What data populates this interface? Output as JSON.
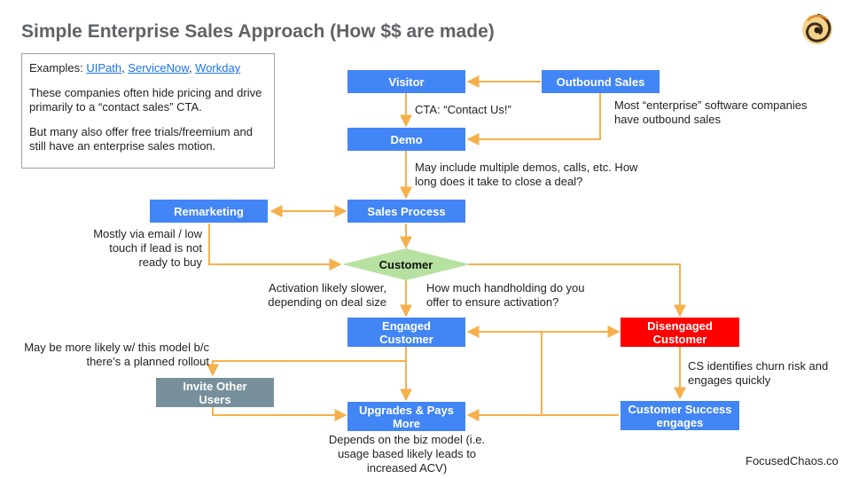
{
  "title": "Simple Enterprise Sales Approach (How $$ are made)",
  "info": {
    "examples_prefix": "Examples: ",
    "links": [
      "UIPath",
      "ServiceNow",
      "Workday"
    ],
    "sep": ", ",
    "para1": "These companies often hide pricing and drive primarily to a “contact sales” CTA.",
    "para2": "But many also offer free trials/freemium and still have an enterprise sales motion."
  },
  "nodes": {
    "visitor": "Visitor",
    "outbound": "Outbound Sales",
    "demo": "Demo",
    "remarketing": "Remarketing",
    "sales_process": "Sales Process",
    "customer": "Customer",
    "engaged": "Engaged Customer",
    "disengaged": "Disengaged Customer",
    "invite": "Invite Other Users",
    "upgrades": "Upgrades & Pays More",
    "cs": "Customer Success engages"
  },
  "notes": {
    "cta": "CTA: “Contact Us!”",
    "outbound_note": "Most “enterprise” software companies have outbound sales",
    "demo_note": "May include multiple demos, calls, etc. How long does it take to close a deal?",
    "remarketing_note": "Mostly via email / low touch if lead is not ready to buy",
    "activation_slower": "Activation likely slower, depending on deal size",
    "handholding": "How much handholding do you offer to ensure activation?",
    "rollout": "May be more likely w/ this model b/c there’s a planned rollout",
    "churn": "CS identifies churn risk and engages quickly",
    "biz_model": "Depends on the biz model (i.e. usage based likely leads to increased ACV)"
  },
  "brand": "FocusedChaos.co",
  "colors": {
    "node_blue": "#4285f4",
    "node_red": "#ff0000",
    "node_grey": "#78909c",
    "diamond_green": "#b7e1a1",
    "arrow_orange": "#f6b04b",
    "title_grey": "#5f6368"
  }
}
